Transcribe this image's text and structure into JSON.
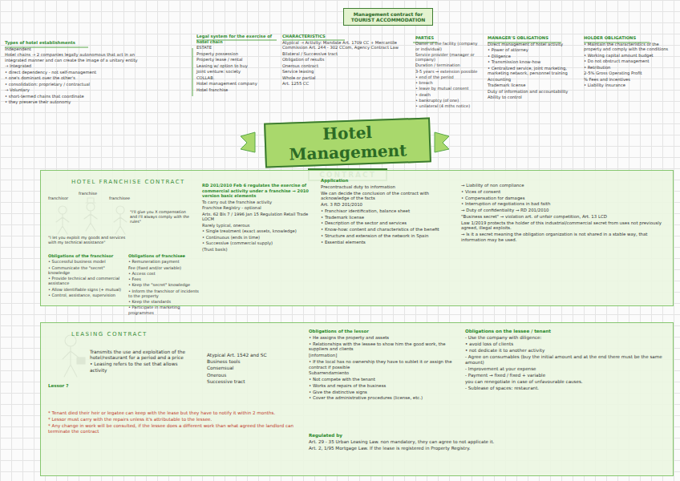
{
  "diagram": {
    "nodes": [
      {
        "text": [
          "Hotel Management",
          "CONTRACT"
        ]
      },
      {
        "text": [
          "Management contract for TOURIST ACCOMMODATION"
        ]
      },
      {
        "text": [
          "HOTEL FRANCHISE CONTRACT"
        ]
      },
      {
        "text": [
          "LEASING CONTRACT"
        ]
      }
    ],
    "labels": [
      "Types of hotel establishments",
      "Independent",
      "Hotel chains → 2 companies legally autonomous that act in an integrated manner and can create the image of a unitary entity",
      "→ Integrated",
      "• direct dependency - not self-management",
      "• one's dominant over the other's",
      "• consolidation: proprietary / contractual",
      "→ Voluntary",
      "• short-termed chains that coordinate",
      "• they preserve their autonomy",
      "Legal system for the exercise of hotel chain",
      "ESTATE",
      "Property possession",
      "Property lease / rental",
      "Leasing w/ option to buy",
      "Joint venture: society",
      "COLLAB.",
      "Hotel management company",
      "Hotel franchise",
      "CHARACTERISTICS",
      "Atypical → Activity: Mandate Art. 1709 CC + Mercantile Commission Art. 244 - 302 CCom, Agency Contract Law",
      "Bilateral / Successive tract",
      "Obligation of results",
      "Onerous contract",
      "Service leasing",
      "Whole or partial",
      "Art. 1255 CC",
      "PARTIES",
      "Owner of the facility (company or individual)",
      "Service provider (manager or company)",
      "Duration / termination",
      "3-5 years → extension possible",
      "• end of the period",
      "• breach",
      "• leave by mutual consent",
      "• death",
      "• bankruptcy (of one)",
      "• unilateral (4 mths notice)",
      "MANAGER'S OBLIGATIONS",
      "Direct management of hotel activity",
      "• Power of attorney",
      "• Diligence",
      "• Transmission know-how",
      "• Centralized service, joint marketing, marketing network, personnel training",
      "Accounting",
      "Trademark license",
      "Duty of information and accountability",
      "Ability to control",
      "HOLDER OBLIGATIONS",
      "• Maintain the characteristics of the property and comply with the conditions",
      "• Working capital amount budget",
      "• Do not obstruct management",
      "• Retribution",
      "2-5% Gross Operating Profit",
      "% Fees and incentives",
      "• Liability insurance",
      "franchisor",
      "franchise",
      "franchisee",
      "\"I'll give you X compensation and I'll always comply with the rules\"",
      "\"I let you exploit my goods and services with my technical assistance\"",
      "Obligations of the franchisor",
      "• Successful business model",
      "• Communicate the \"secret\" knowledge",
      "• Provide technical and commercial assistance",
      "• Allow identifiable signs (+ mutual)",
      "• Control, assistance, supervision",
      "Obligations of franchisee",
      "• Remuneration payment",
      "Fee (fixed and/or variable)",
      "• Access cost",
      "• Fees",
      "• Keep the \"secret\" knowledge",
      "• Inform the franchisor of incidents to the property",
      "• Keep the standards",
      "• Participate in marketing programmes",
      "RD 201/2010 Feb 6 regulates the exercise of commercial activity under a franchise → 2010 version basic elements",
      "To carry out the franchise activity",
      "Franchise Registry - optional",
      "Arts. 62 Bis 7 / 1996 Jan 15 Regulation Retail Trade LOCM",
      "Rarely typical, onerous",
      "• Single treatment (exact assets, knowledge)",
      "• Continuous (ends in time)",
      "• Successive (commercial supply)",
      "(Trust basis)",
      "Application",
      "Precontractual duty to information",
      "We can decide the conclusion of the contract with acknowledge of the facts",
      "Art. 3 RD 201/2010",
      "• Franchisor identification, balance sheet",
      "• Trademark license",
      "• Description of the sector and services",
      "• Know-how: content and characteristics of the benefit",
      "• Structure and extension of the network in Spain",
      "• Essential elements",
      "→ Liability of non compliance",
      "• Vices of consent",
      "• Compensation for damages",
      "• Interruption of negotiations in bad faith",
      "→ Duty of confidentiality → RD 201/2010",
      "\"Business secret\" → violation art. of unfair competition, Art. 13 LCD",
      "Law 1/2019 protects the holder of this industrial/commercial secret from uses not previously agreed, illegal exploits.",
      "→ Is it a secret meaning the obligation organization is not shared in a stable way, that information may be used.",
      "Lessor ?",
      "Transmits the use and exploitation of the hotel/restaurant for a period and a price",
      "• Leasing refers to the set that allows activity",
      "Atypical Art. 1542 and SC",
      "Business tools",
      "Consensual",
      "Onerous",
      "Successive tract",
      "* Tenant died their heir or legatee can keep with the lease but they have to notify it within 2 months.",
      "* Lessor must carry with the repairs unless it's attributable to the lessee.",
      "* Any change in work will be consulted, if the lessee does a different work than what agreed the landlord can terminate the contract",
      "Obligations of the lessor",
      "• He assigns the property and assets",
      "• Relationships with the lessee to show him the good work, the suppliers and clients",
      "[information]",
      "• If the local has no ownership they have to sublet it or assign the contract if possible",
      "Subarrendamiento",
      "• Not compete with the tenant",
      "• Works and repairs of the business",
      "• Give the distinctive signs",
      "• Cover the administrative procedures (license, etc.)",
      "Regulated by",
      "Art. 29 - 35 Urban Leasing Law. non mandatory, they can agree to not applicate it.",
      "Art. 2, 1/95 Mortgage Law. If the lease is registered in Property Registry.",
      "Obligations on the lessee / tenant",
      "- Use the company with diligence:",
      "• avoid loss of clients",
      "• not dedicate it to another activity",
      "- Agree on consumables (buy the initial amount and at the end there must be the same amount)",
      "- Improvement at your expense",
      "- Payment → fixed / fixed + variable",
      "you can renegotiate in case of unfavourable causes.",
      "- Sublease of spaces: restaurant."
    ]
  }
}
